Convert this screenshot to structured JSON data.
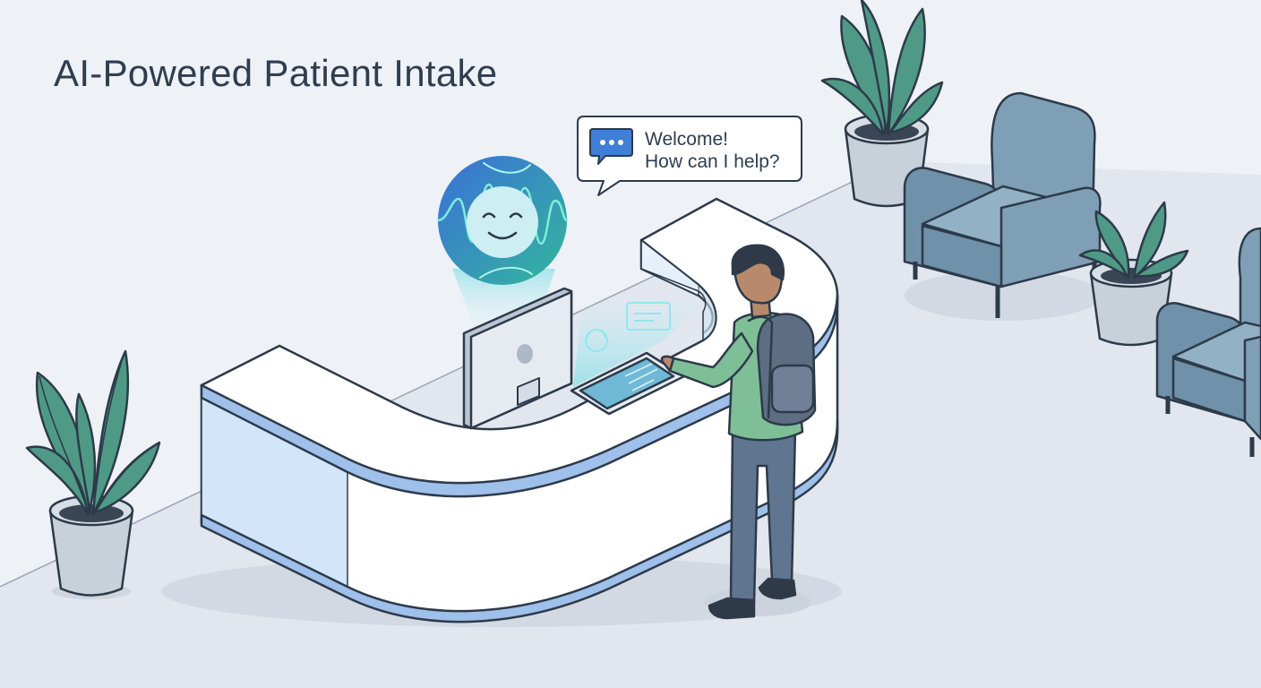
{
  "title": "AI-Powered Patient Intake",
  "speech_bubble": {
    "line1": "Welcome!",
    "line2": "How can I help?",
    "icon": "chat-bubble-icon"
  },
  "assistant": {
    "icon": "smiley-face-icon"
  },
  "colors": {
    "background": "#eef1f6",
    "floor": "#e2e6ee",
    "text": "#2f3d4f",
    "outline": "#2d3a4a",
    "accent_blue": "#3f7fd6",
    "accent_teal": "#45c2a5",
    "desk_white": "#ffffff",
    "desk_trim": "#9ec0ea",
    "armchair": "#7f9fb6",
    "plant_leaf": "#4f9a86",
    "pot": "#c8d0da",
    "shirt": "#7fbf98",
    "pants": "#5f7590",
    "backpack": "#5d6d82"
  }
}
